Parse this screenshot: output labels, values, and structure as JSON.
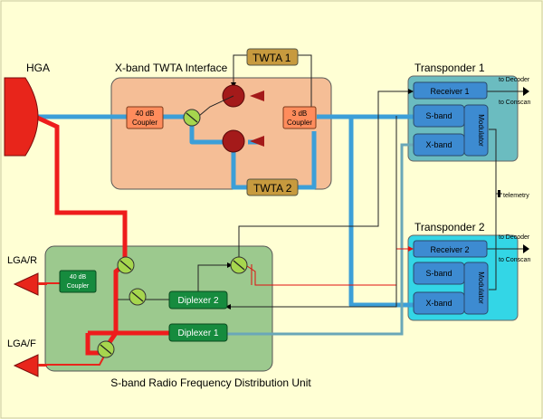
{
  "labels": {
    "hga": "HGA",
    "twta_interface": "X-band TWTA Interface",
    "twta1": "TWTA   1",
    "twta2": "TWTA  2",
    "coupler40_top_line1": "40 dB",
    "coupler40_top_line2": "Coupler",
    "coupler3_line1": "3 dB",
    "coupler3_line2": "Coupler",
    "transponder1": "Transponder 1",
    "transponder2": "Transponder 2",
    "receiver1": "Receiver  1",
    "receiver2": "Receiver  2",
    "sband": "S-band",
    "xband": "X-band",
    "modulator": "Modulator",
    "to_decoder": "to Decoder",
    "to_conscan": "to Conscan",
    "telemetry": "telemetry",
    "lga_r": "LGA/R",
    "lga_f": "LGA/F",
    "coupler40_bottom_line1": "40 dB",
    "coupler40_bottom_line2": "Coupler",
    "diplexer2": "Diplexer 2",
    "diplexer1": "Diplexer 1",
    "rfdu": "S-band Radio Frequency Distribution Unit"
  },
  "colors": {
    "background": "#ffffd4",
    "xband_line": "#3c9fd8",
    "sband_line": "#ee1c1c",
    "twta_box": "#f5be96",
    "rfdu_box": "#9cc98e",
    "transponder1_box": "#6bbcc0",
    "transponder2_box": "#33d6e6",
    "module": "#3d8bd1",
    "twta_tube": "#a41a1a",
    "twta_block": "#c79a3e",
    "diplexer": "#168b3e",
    "switch": "#a6d64e",
    "coupler": "#ff8c5c"
  }
}
